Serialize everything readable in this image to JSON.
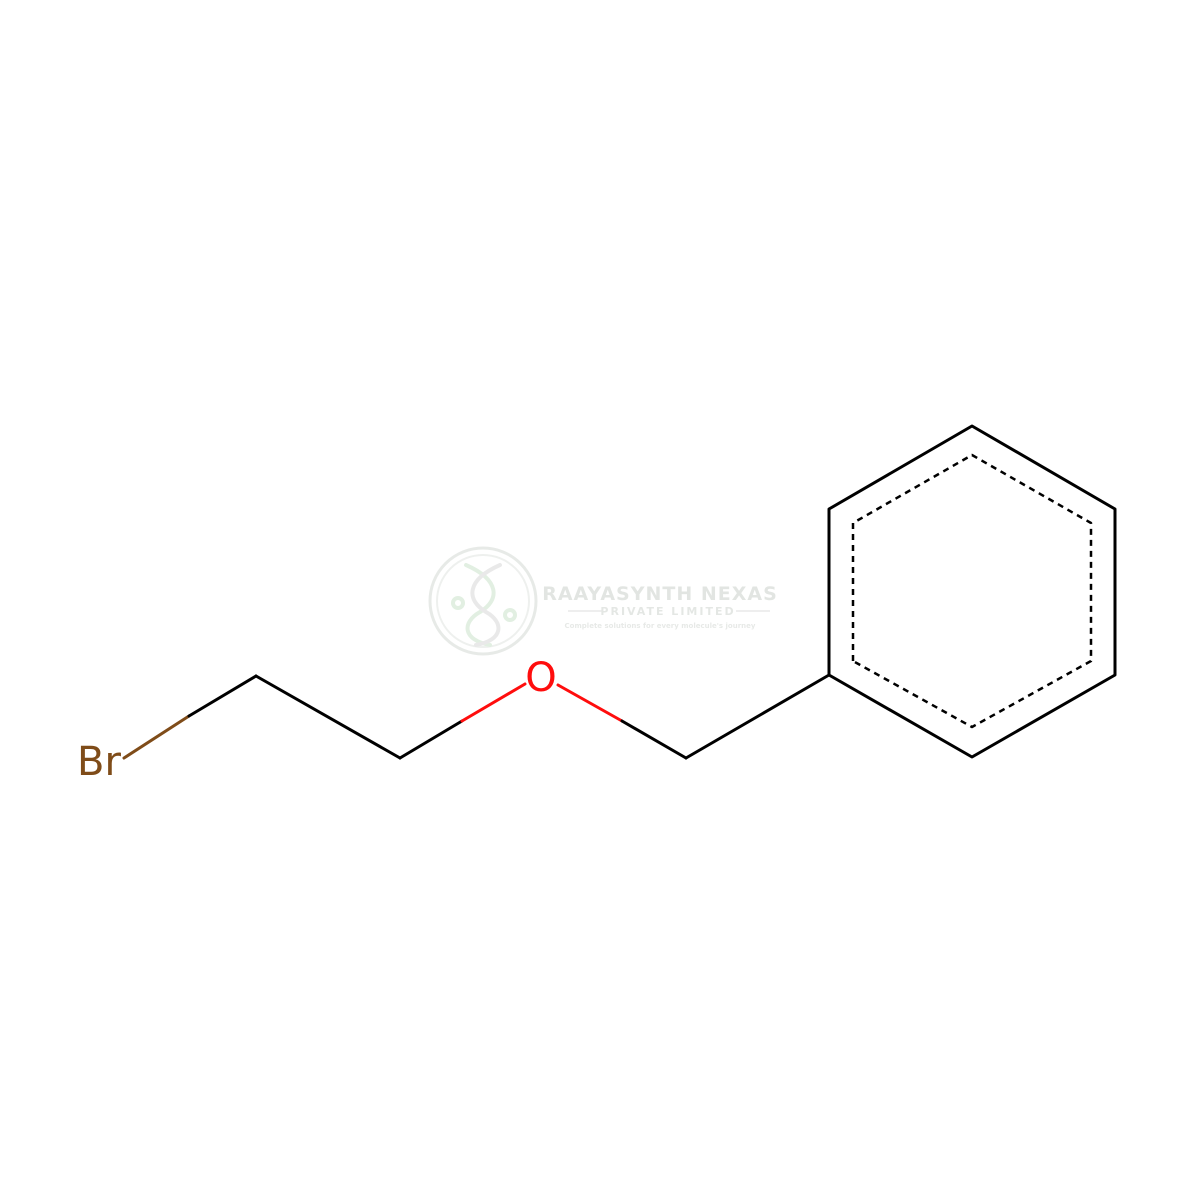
{
  "molecule": {
    "atoms": {
      "bromine": {
        "symbol": "Br",
        "color": "#7f4c19"
      },
      "oxygen": {
        "symbol": "O",
        "color": "#ff0d0d"
      }
    },
    "bond_color": "#000000"
  },
  "watermark": {
    "company": "RAAYASYNTH NEXAS",
    "subtitle": "PRIVATE LIMITED",
    "tagline": "Complete solutions for every molecule's journey",
    "color": "#cfd8cf"
  }
}
